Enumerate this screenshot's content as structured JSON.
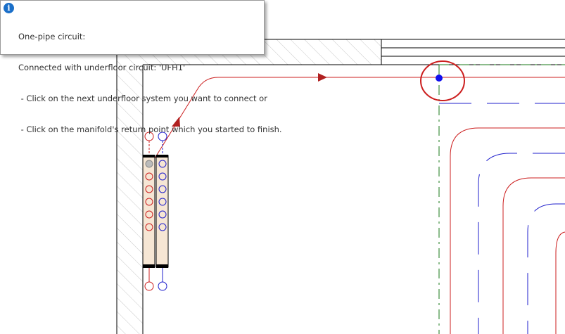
{
  "tooltip": {
    "icon": "info-icon",
    "lines": [
      "One-pipe circuit:",
      "Connected with underfloor circuit: 'UFH1'",
      " - Click on the next underfloor system you want to connect or",
      " - Click on the manifold's return point which you started to finish."
    ]
  },
  "colors": {
    "supply": "#cc1f1f",
    "return": "#1f1fcc",
    "boundary": "#1a7a1a",
    "manifold_fill": "#f6e6d4"
  }
}
